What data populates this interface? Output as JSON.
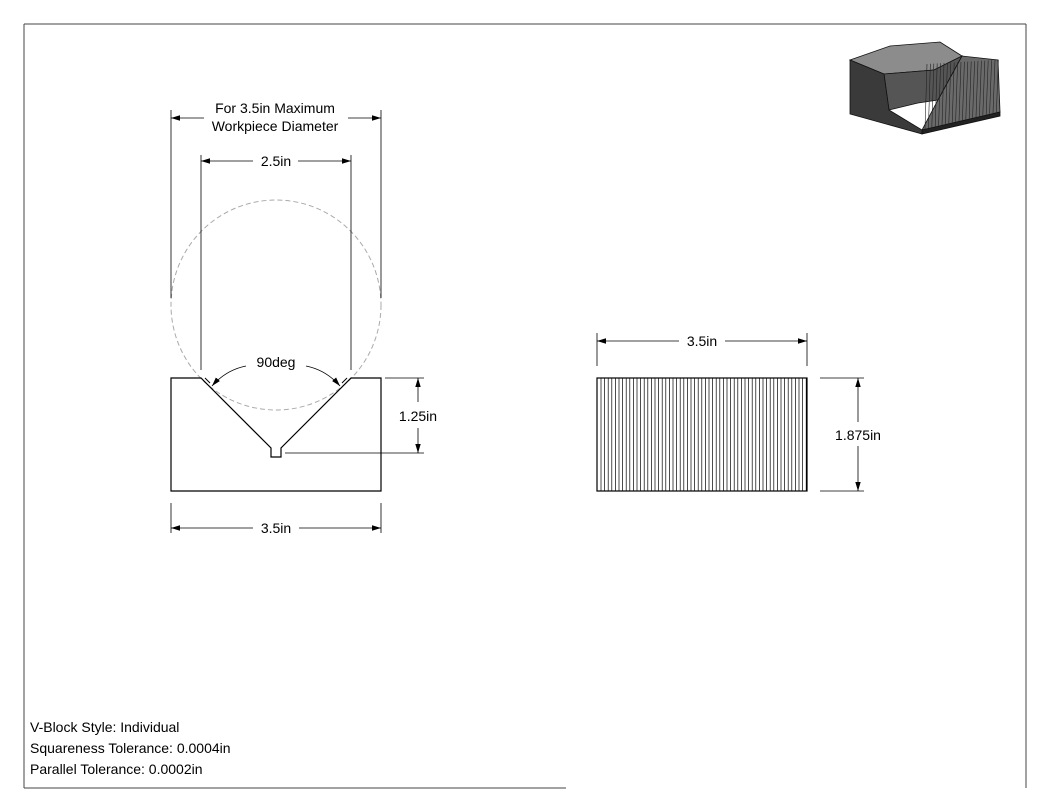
{
  "front_view": {
    "max_diameter_line1": "For 3.5in Maximum",
    "max_diameter_line2": "Workpiece Diameter",
    "v_width": "2.5in",
    "v_angle": "90deg",
    "v_depth": "1.25in",
    "width": "3.5in"
  },
  "side_view": {
    "length": "3.5in",
    "height": "1.875in"
  },
  "notes": {
    "style": "V-Block Style: Individual",
    "squareness": "Squareness Tolerance: 0.0004in",
    "parallel": "Parallel Tolerance: 0.0002in"
  },
  "colors": {
    "line": "#000000",
    "hidden_circle": "#aaaaaa",
    "iso_dark": "#3a3a3a",
    "iso_mid": "#6a6a6a",
    "iso_light": "#8c8c8c"
  }
}
